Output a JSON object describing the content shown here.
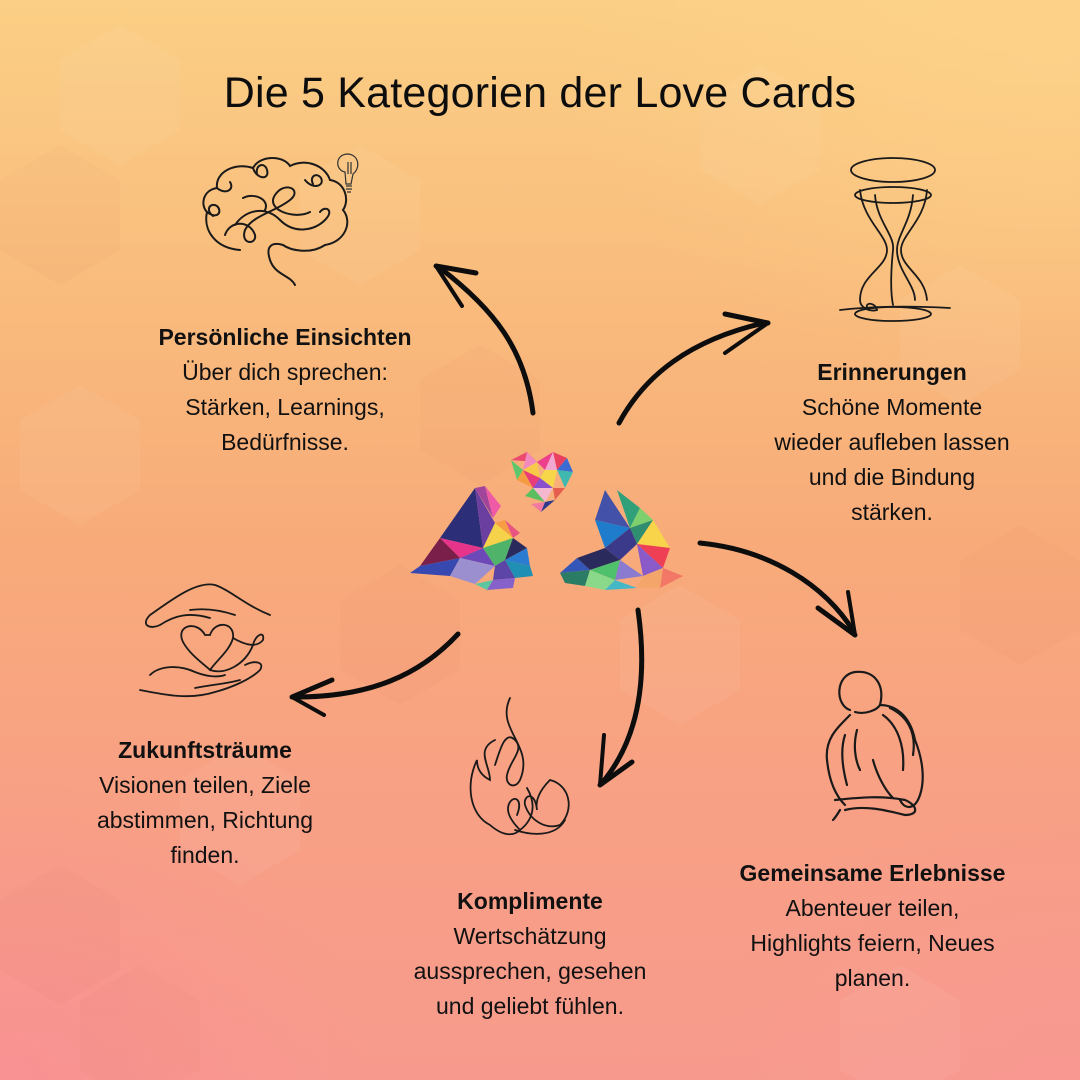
{
  "title": "Die 5 Kategorien der Love Cards",
  "colors": {
    "background_top": "#fbcf85",
    "background_middle": "#f8ab79",
    "background_bottom": "#f79a8d",
    "text": "#111111",
    "line_art": "#1a1a1a"
  },
  "center": {
    "icon": "polygonal-wolves-with-heart-icon",
    "elements": [
      "polygonal-heart",
      "wolf-head-left",
      "wolf-head-right"
    ]
  },
  "categories": [
    {
      "id": "persoenliche-einsichten",
      "icon": "brain-with-lightbulb-icon",
      "title": "Persönliche Einsichten",
      "lines": [
        "Über dich sprechen:",
        "Stärken, Learnings,",
        "Bedürfnisse."
      ]
    },
    {
      "id": "erinnerungen",
      "icon": "hourglass-icon",
      "title": "Erinnerungen",
      "lines": [
        "Schöne Momente",
        "wieder aufleben lassen",
        "und die Bindung",
        "stärken."
      ]
    },
    {
      "id": "gemeinsame-erlebnisse",
      "icon": "embracing-couple-icon",
      "title": "Gemeinsame Erlebnisse",
      "lines": [
        "Abenteuer teilen,",
        "Highlights feiern, Neues",
        "planen."
      ]
    },
    {
      "id": "komplimente",
      "icon": "flame-with-heart-icon",
      "title": "Komplimente",
      "lines": [
        "Wertschätzung",
        "aussprechen, gesehen",
        "und geliebt fühlen."
      ]
    },
    {
      "id": "zukunftstraeume",
      "icon": "hands-holding-heart-icon",
      "title": "Zukunftsträume",
      "lines": [
        "Visionen teilen, Ziele",
        "abstimmen, Richtung",
        "finden."
      ]
    }
  ]
}
